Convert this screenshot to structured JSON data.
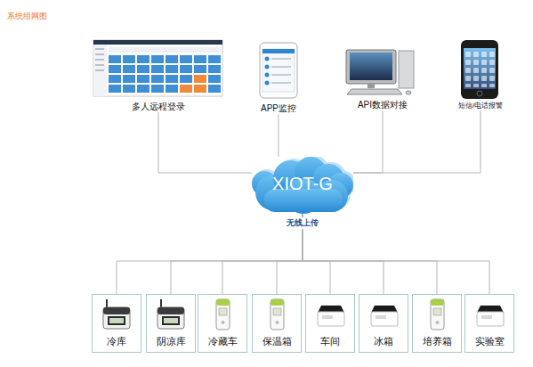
{
  "diagram": {
    "title": "系统组网图",
    "nodes": [
      {
        "text": [
          "多人远程登录"
        ]
      },
      {
        "text": [
          "APP监控"
        ]
      },
      {
        "text": [
          "API数据对接"
        ]
      },
      {
        "text": [
          "短信/电话报警"
        ]
      },
      {
        "text": [
          "XIOT-G"
        ]
      },
      {
        "text": [
          "冷库"
        ]
      },
      {
        "text": [
          "阴凉库"
        ]
      },
      {
        "text": [
          "冷藏车"
        ]
      },
      {
        "text": [
          "保温箱"
        ]
      },
      {
        "text": [
          "车间"
        ]
      },
      {
        "text": [
          "冰箱"
        ]
      },
      {
        "text": [
          "培养箱"
        ]
      },
      {
        "text": [
          "实验室"
        ]
      }
    ],
    "edges": [
      {
        "from": 0,
        "to": 4,
        "arrow": "none"
      },
      {
        "from": 1,
        "to": 4,
        "arrow": "none"
      },
      {
        "from": 2,
        "to": 4,
        "arrow": "none"
      },
      {
        "from": 3,
        "to": 4,
        "arrow": "none"
      },
      {
        "from": 4,
        "to": 5,
        "arrow": "none"
      },
      {
        "from": 4,
        "to": 6,
        "arrow": "none"
      },
      {
        "from": 4,
        "to": 7,
        "arrow": "none"
      },
      {
        "from": 4,
        "to": 8,
        "arrow": "none"
      },
      {
        "from": 4,
        "to": 9,
        "arrow": "none"
      },
      {
        "from": 4,
        "to": 10,
        "arrow": "none"
      },
      {
        "from": 4,
        "to": 11,
        "arrow": "none"
      },
      {
        "from": 4,
        "to": 12,
        "arrow": "none"
      }
    ],
    "labels": [
      "无线上传"
    ]
  }
}
